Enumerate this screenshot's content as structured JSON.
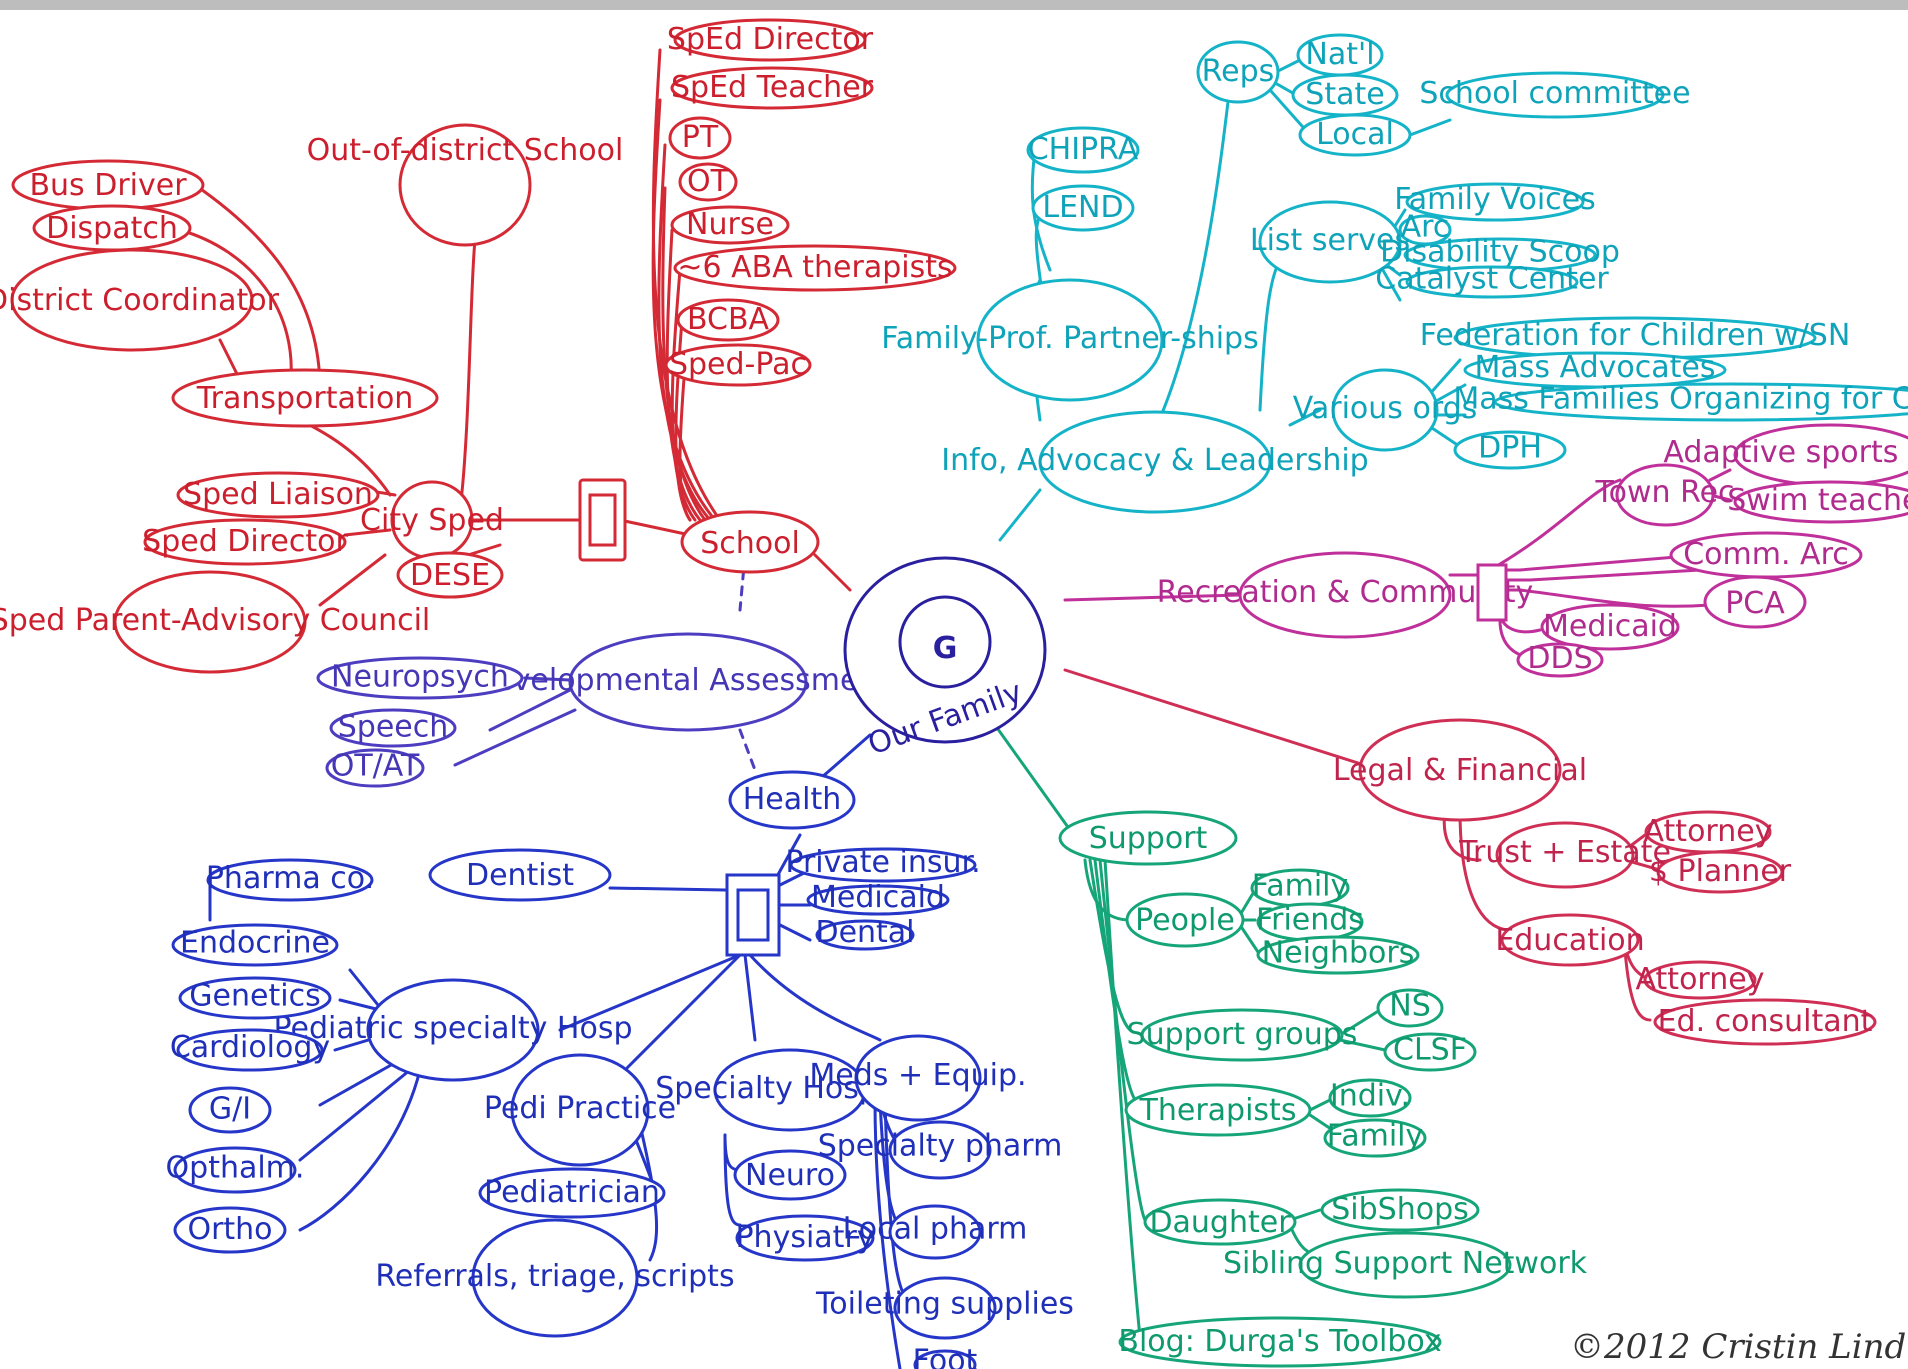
{
  "center": {
    "letter": "G",
    "label": "Our Family"
  },
  "colors": {
    "school": "#d42a35",
    "advocacy": "#15b3c8",
    "recreation": "#c0309a",
    "legal": "#d02f55",
    "support": "#16a579",
    "assessments": "#4d3dc0",
    "health": "#2536c8",
    "center": "#2a1f9e"
  },
  "school_branch": {
    "school": "School",
    "out_of_district": "Out-of-district School",
    "city_sped": "City Sped",
    "dese": "DESE",
    "transportation": "Transportation",
    "bus_driver": "Bus Driver",
    "dispatch": "Dispatch",
    "district_coordinator": "District Coordinator",
    "sped_liaison": "Sped Liaison",
    "sped_director_city": "Sped Director",
    "sped_parent_council": "Sped Parent-Advisory Council",
    "staff": [
      "SpEd Director",
      "SpEd Teacher",
      "PT",
      "OT",
      "Nurse",
      "~6 ABA therapists",
      "BCBA",
      "Sped-Pac"
    ]
  },
  "advocacy_branch": {
    "hub": "Info, Advocacy & Leadership",
    "reps": "Reps",
    "natl": "Nat'l",
    "state": "State",
    "local": "Local",
    "school_committee": "School committee",
    "family_prof": "Family-Prof. Partner-ships",
    "chipra": "CHIPRA",
    "lend": "LEND",
    "list_serves": "List serves",
    "list_items": [
      "Family Voices",
      "Arc",
      "Disability Scoop",
      "Catalyst Center"
    ],
    "various_orgs": "Various orgs",
    "org_items": [
      "Federation for Children w/SN",
      "Mass Advocates",
      "Mass Families Organizing for Change",
      "DPH"
    ]
  },
  "recreation_branch": {
    "hub": "Recreation & Community",
    "town_rec": "Town Rec",
    "adaptive": "Adaptive sports coach",
    "swim": "Swim teacher",
    "comm_arc": "Comm. Arc",
    "pca": "PCA",
    "medicaid": "Medicaid",
    "dds": "DDS"
  },
  "legal_branch": {
    "hub": "Legal & Financial",
    "trust": "Trust + Estate",
    "attorney1": "Attorney",
    "planner": "$ Planner",
    "education": "Education",
    "attorney2": "Attorney",
    "ed_consultant": "Ed. consultant"
  },
  "support_branch": {
    "hub": "Support",
    "people": "People",
    "people_items": [
      "Family",
      "Friends",
      "Neighbors"
    ],
    "support_groups": "Support groups",
    "group_items": [
      "NS",
      "CLSF"
    ],
    "therapists": "Therapists",
    "therapist_items": [
      "Indiv.",
      "Family"
    ],
    "daughter": "Daughter",
    "sibshops": "SibShops",
    "sibling_network": "Sibling Support Network",
    "blog": "Blog: Durga's Toolbox"
  },
  "assessment_branch": {
    "hub": "Developmental Assessments",
    "items": [
      "Neuropsych",
      "Speech",
      "OT/AT"
    ]
  },
  "health_branch": {
    "hub": "Health",
    "insurance": [
      "Private insur.",
      "Medicaid",
      "Dental"
    ],
    "dentist": "Dentist",
    "pharma": "Pharma co.",
    "pediatric_hosp": "Pediatric specialty Hosp",
    "hosp_items": [
      "Endocrine",
      "Genetics",
      "Cardiology",
      "G/I",
      "Opthalm.",
      "Ortho"
    ],
    "pedi_practice": "Pedi Practice",
    "pediatrician": "Pediatrician",
    "referrals": "Referrals, triage, scripts",
    "specialty_hospital": "Specialty Hospital",
    "neuro": "Neuro",
    "physiatry": "Physiatry",
    "meds": "Meds + Equip.",
    "meds_items": [
      "Specialty pharm",
      "Local pharm",
      "Toileting supplies",
      "Foot"
    ]
  },
  "copyright": "©2012 Cristin Lind"
}
